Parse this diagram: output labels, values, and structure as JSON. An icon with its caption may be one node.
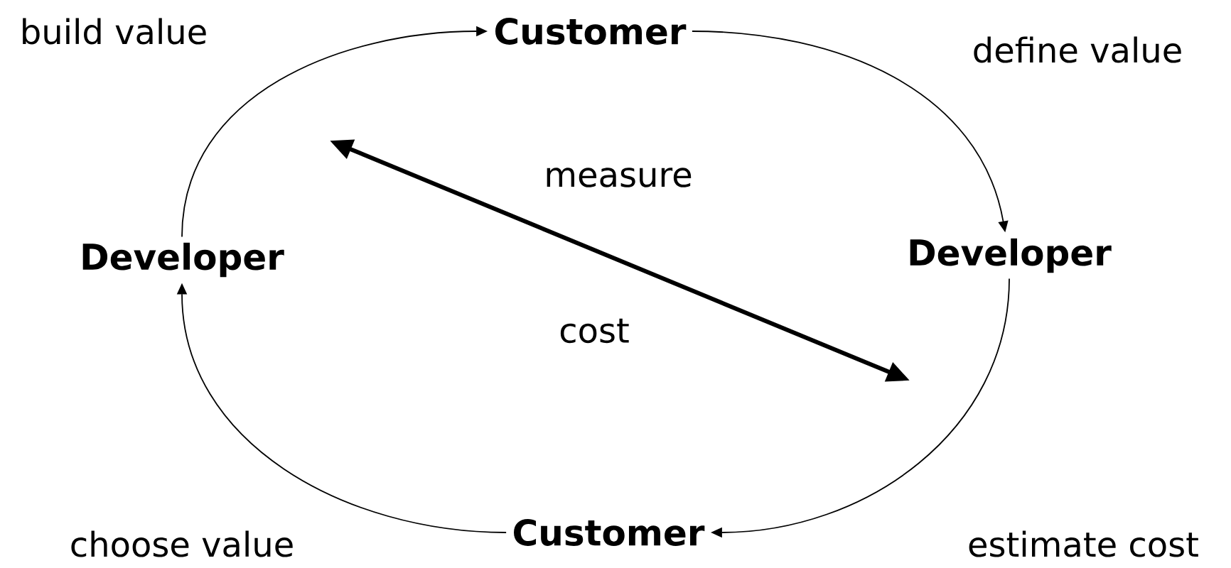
{
  "diagram": {
    "nodes": [
      {
        "text": [
          "Customer"
        ]
      },
      {
        "text": [
          "Developer"
        ]
      },
      {
        "text": [
          "Developer"
        ]
      },
      {
        "text": [
          "Customer"
        ]
      }
    ],
    "edges": [
      {
        "from": 1,
        "to": 0,
        "arrow": "to",
        "label": "build value"
      },
      {
        "from": 0,
        "to": 2,
        "arrow": "to",
        "label": "define value"
      },
      {
        "from": 2,
        "to": 3,
        "arrow": "to",
        "label": "estimate cost"
      },
      {
        "from": 3,
        "to": 1,
        "arrow": "to",
        "label": "choose value"
      }
    ],
    "labels": [
      "measure",
      "cost"
    ]
  }
}
